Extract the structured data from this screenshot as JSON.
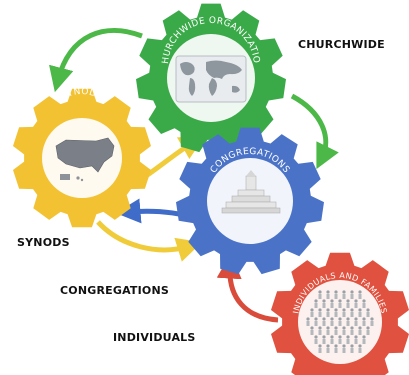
{
  "colors": {
    "churchwide": "#3aaa49",
    "synods": "#f2c233",
    "congregations": "#4a73c8",
    "individuals": "#e0513f",
    "arrow_green": "#4cb848",
    "arrow_yellow": "#f0cc3a",
    "arrow_blue": "#3f6cc8",
    "arrow_red": "#d94b3b"
  },
  "gears": {
    "churchwide": {
      "label": "CHURCHWIDE ORGANIZATION",
      "icon": "world-map"
    },
    "synods": {
      "label": "SYNODS",
      "icon": "us-map"
    },
    "congregations": {
      "label": "CONGREGATIONS",
      "icon": "church-building"
    },
    "individuals": {
      "label": "INDIVIDUALS AND FAMILIES",
      "icon": "crowd-of-people"
    }
  },
  "outside_labels": {
    "churchwide": "CHURCHWIDE",
    "synods": "SYNODS",
    "congregations": "CONGREGATIONS",
    "individuals": "INDIVIDUALS"
  }
}
